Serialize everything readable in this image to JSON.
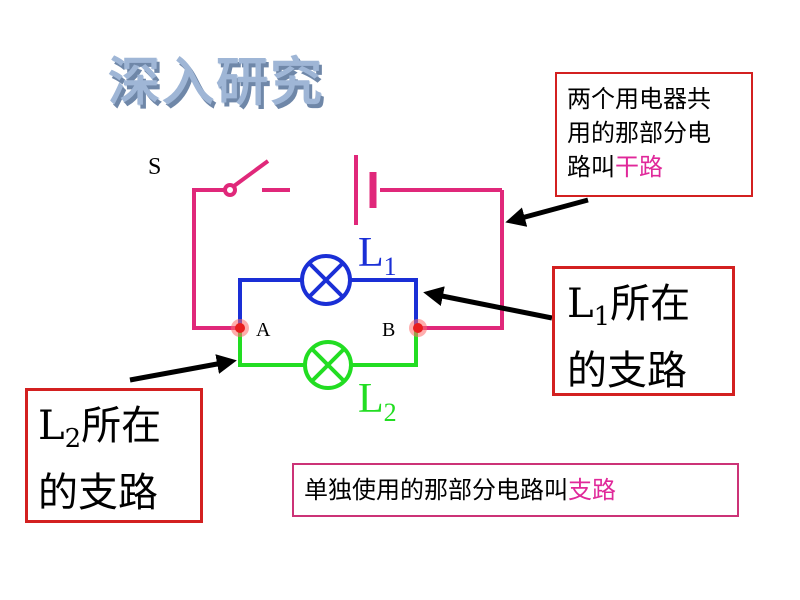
{
  "title": "深入研究",
  "labels": {
    "switch": "S",
    "node_a": "A",
    "node_b": "B",
    "lamp1_letter": "L",
    "lamp1_sub": "1",
    "lamp2_letter": "L",
    "lamp2_sub": "2"
  },
  "trunk_box": {
    "line1": "两个用电器共",
    "line2": "用的那部分电",
    "line3_plain": "路叫",
    "line3_highlight": "干路"
  },
  "l1_box": {
    "letter": "L",
    "sub": "1",
    "line1_rest": "所在",
    "line2": "的支路"
  },
  "l2_box": {
    "letter": "L",
    "sub": "2",
    "line1_rest": "所在",
    "line2": "的支路"
  },
  "branch_box": {
    "plain": "单独使用的那部分电路叫",
    "highlight": "支路"
  },
  "colors": {
    "trunk_wire": "#e0287a",
    "branch1_wire": "#1a2fd6",
    "branch2_wire": "#22dd22",
    "box_border": "#d32020",
    "highlight_text": "#e0289a"
  }
}
